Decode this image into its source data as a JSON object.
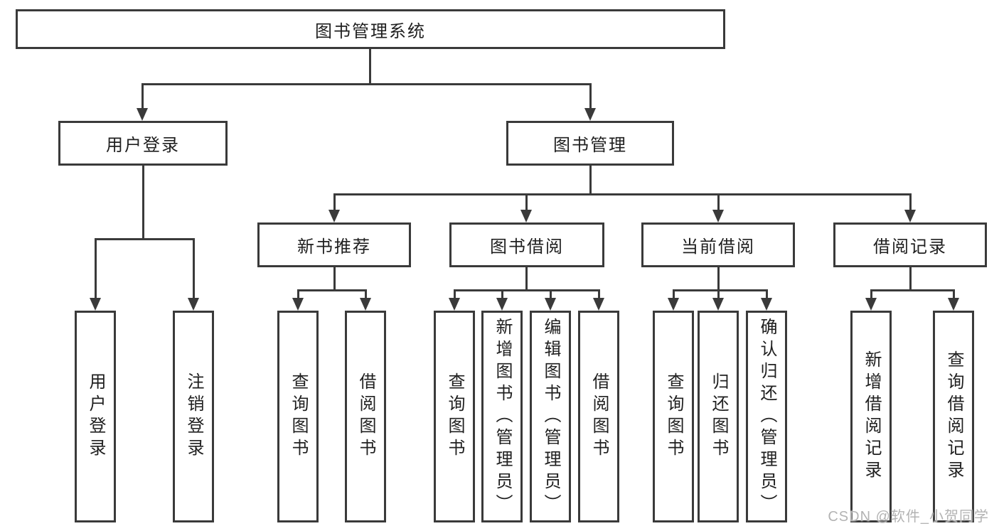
{
  "tree": {
    "label": "图书管理系统",
    "children": [
      {
        "label": "用户登录",
        "children": [
          {
            "label": "用户登录"
          },
          {
            "label": "注销登录"
          }
        ]
      },
      {
        "label": "图书管理",
        "children": [
          {
            "label": "新书推荐",
            "children": [
              {
                "label": "查询图书"
              },
              {
                "label": "借阅图书"
              }
            ]
          },
          {
            "label": "图书借阅",
            "children": [
              {
                "label": "查询图书"
              },
              {
                "label": "新增图书（管理员）"
              },
              {
                "label": "编辑图书（管理员）"
              },
              {
                "label": "借阅图书"
              }
            ]
          },
          {
            "label": "当前借阅",
            "children": [
              {
                "label": "查询图书"
              },
              {
                "label": "归还图书"
              },
              {
                "label": "确认归还（管理员）"
              }
            ]
          },
          {
            "label": "借阅记录",
            "children": [
              {
                "label": "新增借阅记录"
              },
              {
                "label": "查询借阅记录"
              }
            ]
          }
        ]
      }
    ]
  },
  "watermark": {
    "text": "CSDN @软件_小贺同学"
  },
  "colors": {
    "line": "#3a3a3a",
    "text": "#1f1f1f",
    "watermark": "#b3b3b3",
    "background": "#ffffff"
  }
}
